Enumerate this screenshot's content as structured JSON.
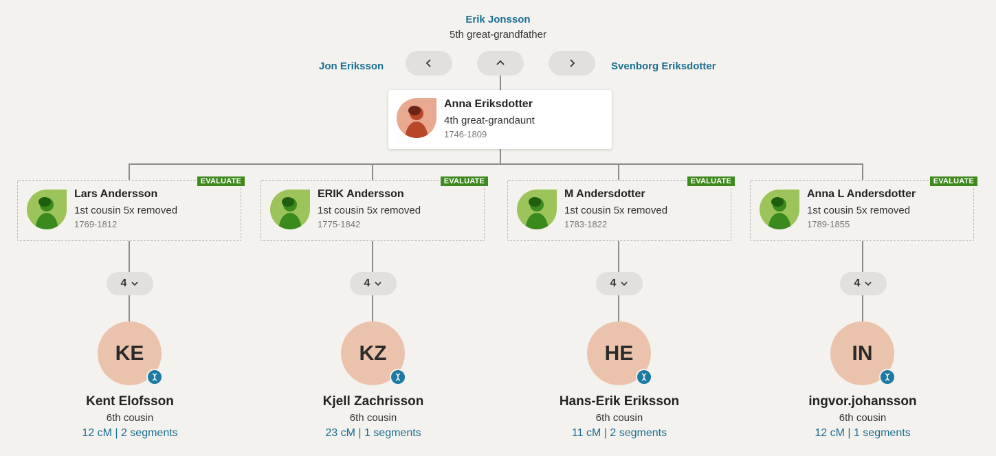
{
  "top": {
    "name": "Erik Jonsson",
    "relation": "5th great-grandfather"
  },
  "nav": {
    "left_name": "Jon Eriksson",
    "right_name": "Svenborg Eriksdotter"
  },
  "focus": {
    "name": "Anna Eriksdotter",
    "relation": "4th great-grandaunt",
    "dates": "1746-1809"
  },
  "evaluate_label": "EVALUATE",
  "children": [
    {
      "name": "Lars Andersson",
      "relation": "1st cousin 5x removed",
      "dates": "1769-1812",
      "count": "4"
    },
    {
      "name": "ERIK Andersson",
      "relation": "1st cousin 5x removed",
      "dates": "1775-1842",
      "count": "4"
    },
    {
      "name": "M Andersdotter",
      "relation": "1st cousin 5x removed",
      "dates": "1783-1822",
      "count": "4"
    },
    {
      "name": "Anna L Andersdotter",
      "relation": "1st cousin 5x removed",
      "dates": "1789-1855",
      "count": "4"
    }
  ],
  "matches": [
    {
      "initials": "KE",
      "name": "Kent Elofsson",
      "relation": "6th cousin",
      "shared": "12 cM | 2 segments"
    },
    {
      "initials": "KZ",
      "name": "Kjell Zachrisson",
      "relation": "6th cousin",
      "shared": "23 cM | 1 segments"
    },
    {
      "initials": "HE",
      "name": "Hans-Erik Eriksson",
      "relation": "6th cousin",
      "shared": "11 cM | 2 segments"
    },
    {
      "initials": "IN",
      "name": "ingvor.johansson",
      "relation": "6th cousin",
      "shared": "12 cM | 1 segments"
    }
  ],
  "colors": {
    "link": "#1a6f92",
    "evaluate": "#3f8a1e",
    "match_circle": "#ebc3ad",
    "dna_badge": "#1e7aa3"
  },
  "icons": {
    "nav_left": "chevron-left-icon",
    "nav_up": "chevron-up-icon",
    "nav_right": "chevron-right-icon",
    "count": "chevron-down-icon",
    "badge": "dna-icon"
  }
}
